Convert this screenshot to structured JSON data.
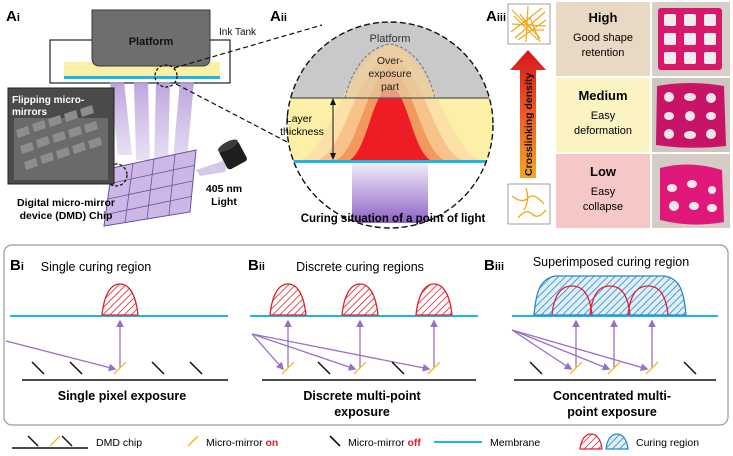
{
  "panel_a": {
    "ai": {
      "label_main": "A",
      "label_sub": "i",
      "platform": "Platform",
      "ink_tank": "Ink Tank",
      "inset_line1": "Flipping micro-",
      "inset_line2": "mirrors",
      "dmd_line1": "Digital micro-mirror",
      "dmd_line2": "device (DMD) Chip",
      "light_line1": "405 nm",
      "light_line2": "Light"
    },
    "aii": {
      "label_main": "A",
      "label_sub": "ii",
      "platform": "Platform",
      "over_line1": "Over-",
      "over_line2": "exposure",
      "over_line3": "part",
      "layer_line1": "Layer",
      "layer_line2": "thickness",
      "caption": "Curing situation of a point of light"
    },
    "aiii": {
      "label_main": "A",
      "label_sub": "iii",
      "density_label": "Crosslinking density",
      "levels": [
        {
          "title": "High",
          "line1": "Good shape",
          "line2": "retention",
          "color": "#e8d9c4"
        },
        {
          "title": "Medium",
          "line1": "Easy",
          "line2": "deformation",
          "color": "#fbf3c2"
        },
        {
          "title": "Low",
          "line1": "Easy",
          "line2": "collapse",
          "color": "#f6c7c7"
        }
      ]
    }
  },
  "panel_b": {
    "bi": {
      "label_main": "B",
      "label_sub": "i",
      "title": "Single curing region",
      "caption": "Single pixel exposure"
    },
    "bii": {
      "label_main": "B",
      "label_sub": "ii",
      "title": "Discrete curing regions",
      "caption_line1": "Discrete multi-point",
      "caption_line2": "exposure"
    },
    "biii": {
      "label_main": "B",
      "label_sub": "iii",
      "title": "Superimposed curing region",
      "caption_line1": "Concentrated multi-",
      "caption_line2": "point exposure"
    }
  },
  "legend": {
    "dmd_chip": "DMD chip",
    "mirror_on_prefix": "Micro-mirror ",
    "mirror_on_state": "on",
    "mirror_off_prefix": "Micro-mirror ",
    "mirror_off_state": "off",
    "membrane": "Membrane",
    "curing_region": "Curing region"
  },
  "colors": {
    "membrane": "#1fb5e8",
    "mirror_on": "#f2c12e",
    "mirror_off": "#111111",
    "curing_red": "#e0202c",
    "curing_blue": "#2a86c8",
    "light_purple": "#9a6fc8",
    "ink_yellow": "#fbf0a6",
    "platform_gray": "#6e6e6e",
    "on_off_text": "#e0202c"
  }
}
